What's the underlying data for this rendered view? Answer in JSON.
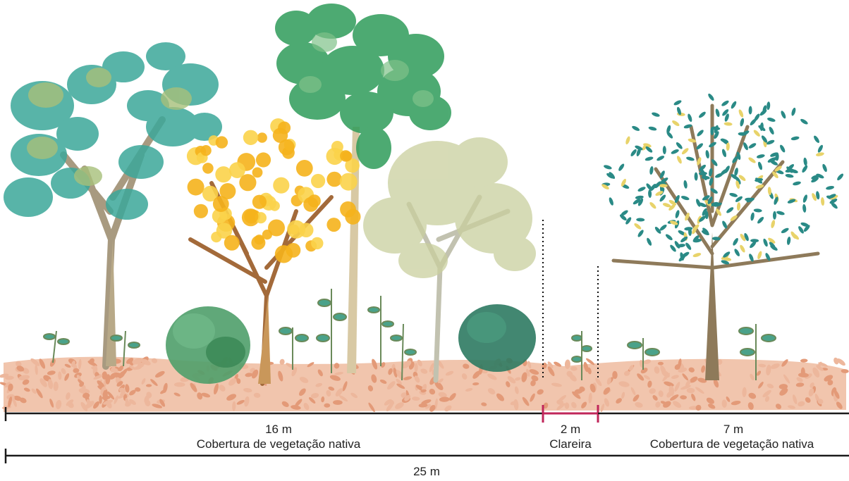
{
  "segments": [
    {
      "length": "16 m",
      "caption": "Cobertura de vegetação nativa"
    },
    {
      "length": "2 m",
      "caption": "Clareira"
    },
    {
      "length": "7 m",
      "caption": "Cobertura de vegetação nativa"
    }
  ],
  "total": {
    "length": "25 m"
  },
  "colors": {
    "scale_line": "#1a1a1a",
    "clearing_line": "#c0265a",
    "leaf_litter": "#e8a98a",
    "teal_foliage": "#3aa79a",
    "yellow_foliage": "#f5b21c",
    "green_foliage": "#2f9c5a",
    "pale_foliage": "#c9cf9e",
    "trunk": "#a88c6a"
  },
  "icons": [
    "teal-tree-icon",
    "yellow-flowering-tree-icon",
    "tall-green-tree-icon",
    "pale-tree-icon",
    "leafy-tree-icon",
    "shrub-icon",
    "sapling-icon",
    "leaf-litter-icon"
  ]
}
